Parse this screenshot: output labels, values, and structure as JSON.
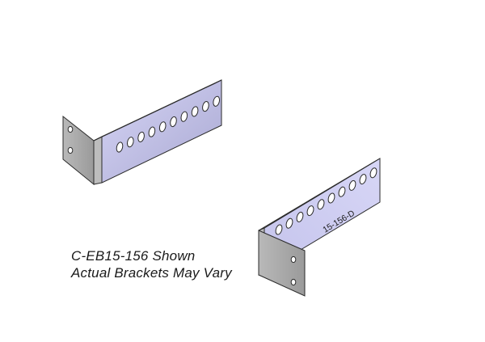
{
  "caption": {
    "line1": "C-EB15-156 Shown",
    "line2": "Actual Brackets May Vary"
  },
  "part_marking": "15-156-D",
  "colors": {
    "face_light": "#c9c8f0",
    "face_dark": "#a7a7cc",
    "flange_gray": "#a8a8a8",
    "edge": "#2b2b2b",
    "caption_text": "#1a1a1a"
  }
}
